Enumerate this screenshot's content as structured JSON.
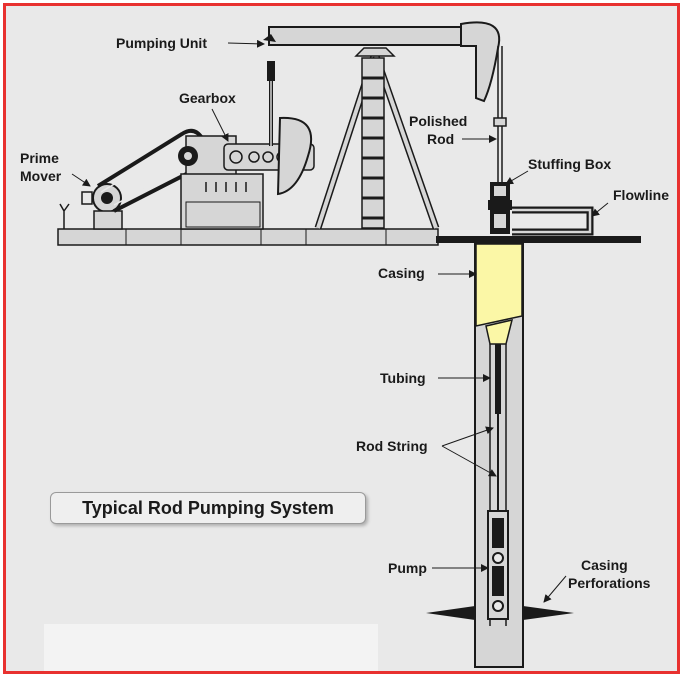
{
  "title": "Typical Rod Pumping System",
  "colors": {
    "frame": "#e8312f",
    "background": "#e9e9e9",
    "casing_fill": "#fbf7a6",
    "equipment_fill": "#d6d6d6",
    "outline": "#1a1a1a"
  },
  "labels": {
    "pumping_unit": "Pumping Unit",
    "gearbox": "Gearbox",
    "prime_mover_1": "Prime",
    "prime_mover_2": "Mover",
    "polished_rod_1": "Polished",
    "polished_rod_2": "Rod",
    "stuffing_box": "Stuffing Box",
    "flowline": "Flowline",
    "casing": "Casing",
    "tubing": "Tubing",
    "rod_string": "Rod String",
    "pump": "Pump",
    "casing_perforations_1": "Casing",
    "casing_perforations_2": "Perforations"
  }
}
